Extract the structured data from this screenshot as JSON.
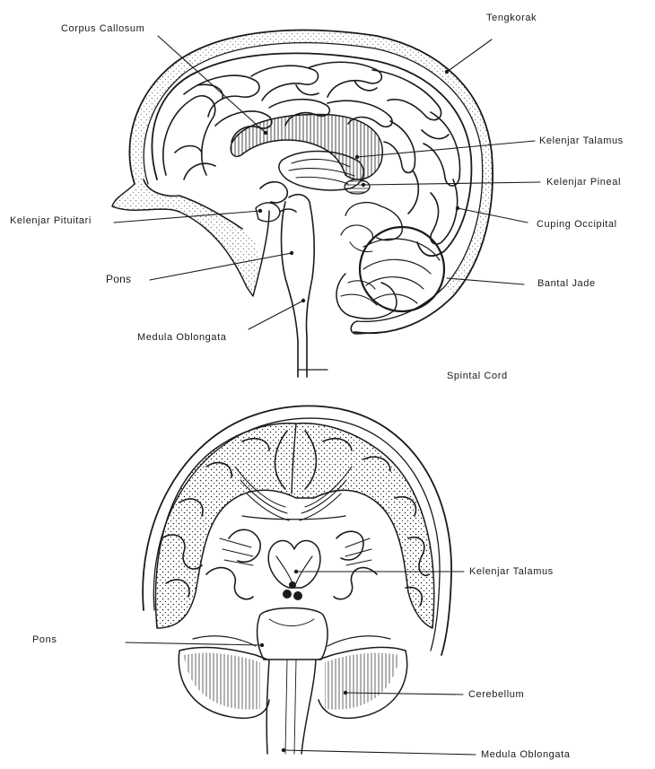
{
  "colors": {
    "ink": "#1a1a1a",
    "background": "#ffffff"
  },
  "sagittal": {
    "labels": {
      "corpus_callosum": "Corpus Callosum",
      "tengkorak": "Tengkorak",
      "kelenjar_talamus": "Kelenjar Talamus",
      "kelenjar_pineal": "Kelenjar Pineal",
      "kelenjar_pituitari": "Kelenjar Pituitari",
      "cuping_occipital": "Cuping Occipital",
      "pons": "Pons",
      "bantal_jade": "Bantal Jade",
      "medula_oblongata": "Medula Oblongata",
      "spinal_cord": "Spintal Cord"
    }
  },
  "coronal": {
    "labels": {
      "kelenjar_talamus": "Kelenjar Talamus",
      "pons": "Pons",
      "cerebellum": "Cerebellum",
      "medula_oblongata": "Medula Oblongata"
    }
  }
}
